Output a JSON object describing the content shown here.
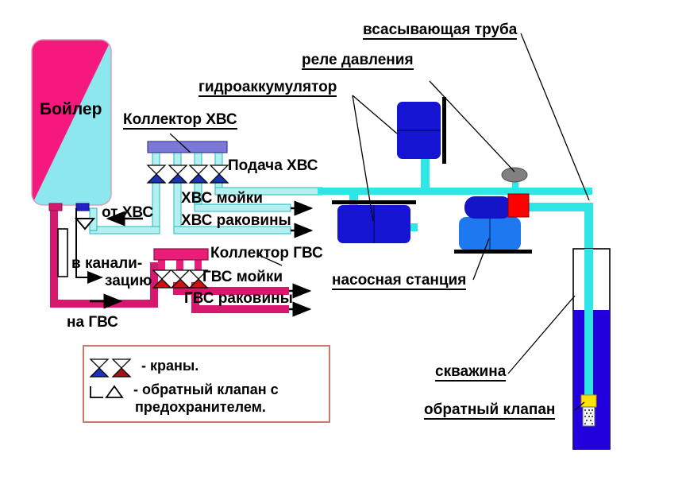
{
  "diagram": {
    "title_text": "",
    "colors": {
      "cold_water_pipe": "#2ee6e6",
      "cold_water_pipe_light": "#b5f0f0",
      "hot_water_pipe": "#d6196e",
      "boiler_hot": "#f5197d",
      "boiler_cold": "#8ce8ee",
      "collector_cold": "#7b78d6",
      "collector_hot": "#e81e78",
      "tank_blue": "#1414d2",
      "pump_body_blue": "#1e78f0",
      "pump_motor_blue": "#1414c8",
      "relay_red": "#ff0000",
      "well_water": "#2200dd",
      "sensor_gray": "#808080",
      "valve_yellow": "#ffe400",
      "legend_border": "#c87a6a",
      "line_black": "#000000"
    }
  },
  "labels": {
    "boiler": "Бойлер",
    "collector_cold": "Коллектор ХВС",
    "hydroaccumulator": "гидроаккумулятор",
    "pressure_relay": "реле давления",
    "suction_pipe": "всасывающая труба",
    "cold_supply": "Подача ХВС",
    "cold_sink": "ХВС мойки",
    "cold_washbasin": "ХВС раковины",
    "from_cold": "от ХВС",
    "to_sewer_line1": "в канали-",
    "to_sewer_line2": "зацию",
    "collector_hot": "Коллектор ГВС",
    "hot_sink": "ГВС мойки",
    "hot_washbasin": "ГВС раковины",
    "to_hot": "на ГВС",
    "pump_station": "насосная станция",
    "well": "скважина",
    "check_valve": "обратный клапан"
  },
  "legend": {
    "items": [
      {
        "symbol": "two-bowtie-valves",
        "text": "- краны."
      },
      {
        "symbol": "check-valve-with-safety",
        "text": "- обратный клапан с"
      },
      {
        "symbol": "",
        "text": "предохранителем."
      }
    ]
  },
  "components": [
    {
      "name": "boiler",
      "label": "Бойлер"
    },
    {
      "name": "cold-water-collector",
      "label": "Коллектор ХВС",
      "valves": 4
    },
    {
      "name": "hot-water-collector",
      "label": "Коллектор ГВС",
      "valves": 3
    },
    {
      "name": "hydroaccumulator",
      "label": "гидроаккумулятор"
    },
    {
      "name": "pressure-relay",
      "label": "реле давления"
    },
    {
      "name": "pump-station",
      "label": "насосная станция"
    },
    {
      "name": "well",
      "label": "скважина"
    },
    {
      "name": "foot-check-valve",
      "label": "обратный клапан"
    },
    {
      "name": "suction-pipe",
      "label": "всасывающая труба"
    }
  ]
}
